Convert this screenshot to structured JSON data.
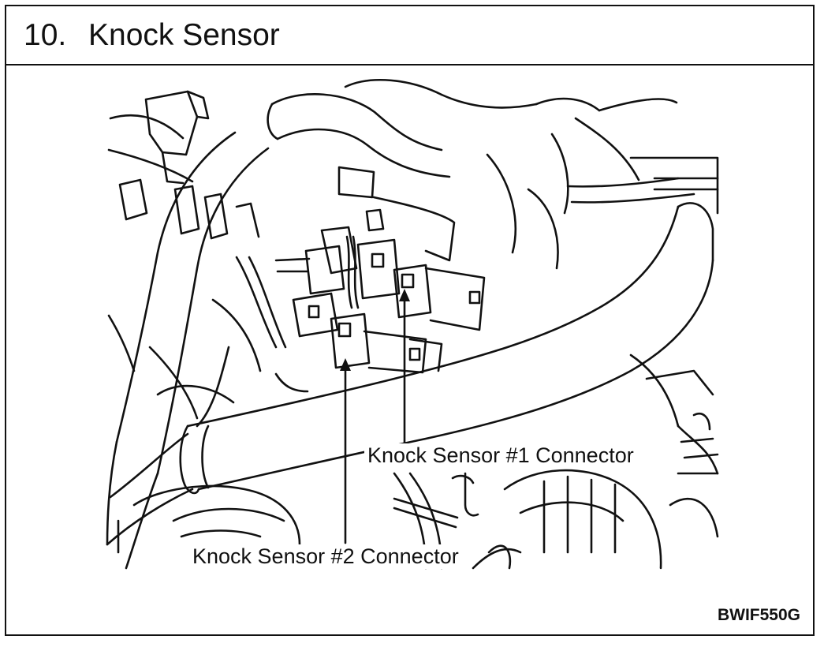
{
  "header": {
    "section_number": "10.",
    "title": "Knock Sensor"
  },
  "callouts": {
    "sensor_1": "Knock Sensor #1 Connector",
    "sensor_2": "Knock Sensor #2 Connector"
  },
  "figure": {
    "code": "BWIF550G"
  }
}
